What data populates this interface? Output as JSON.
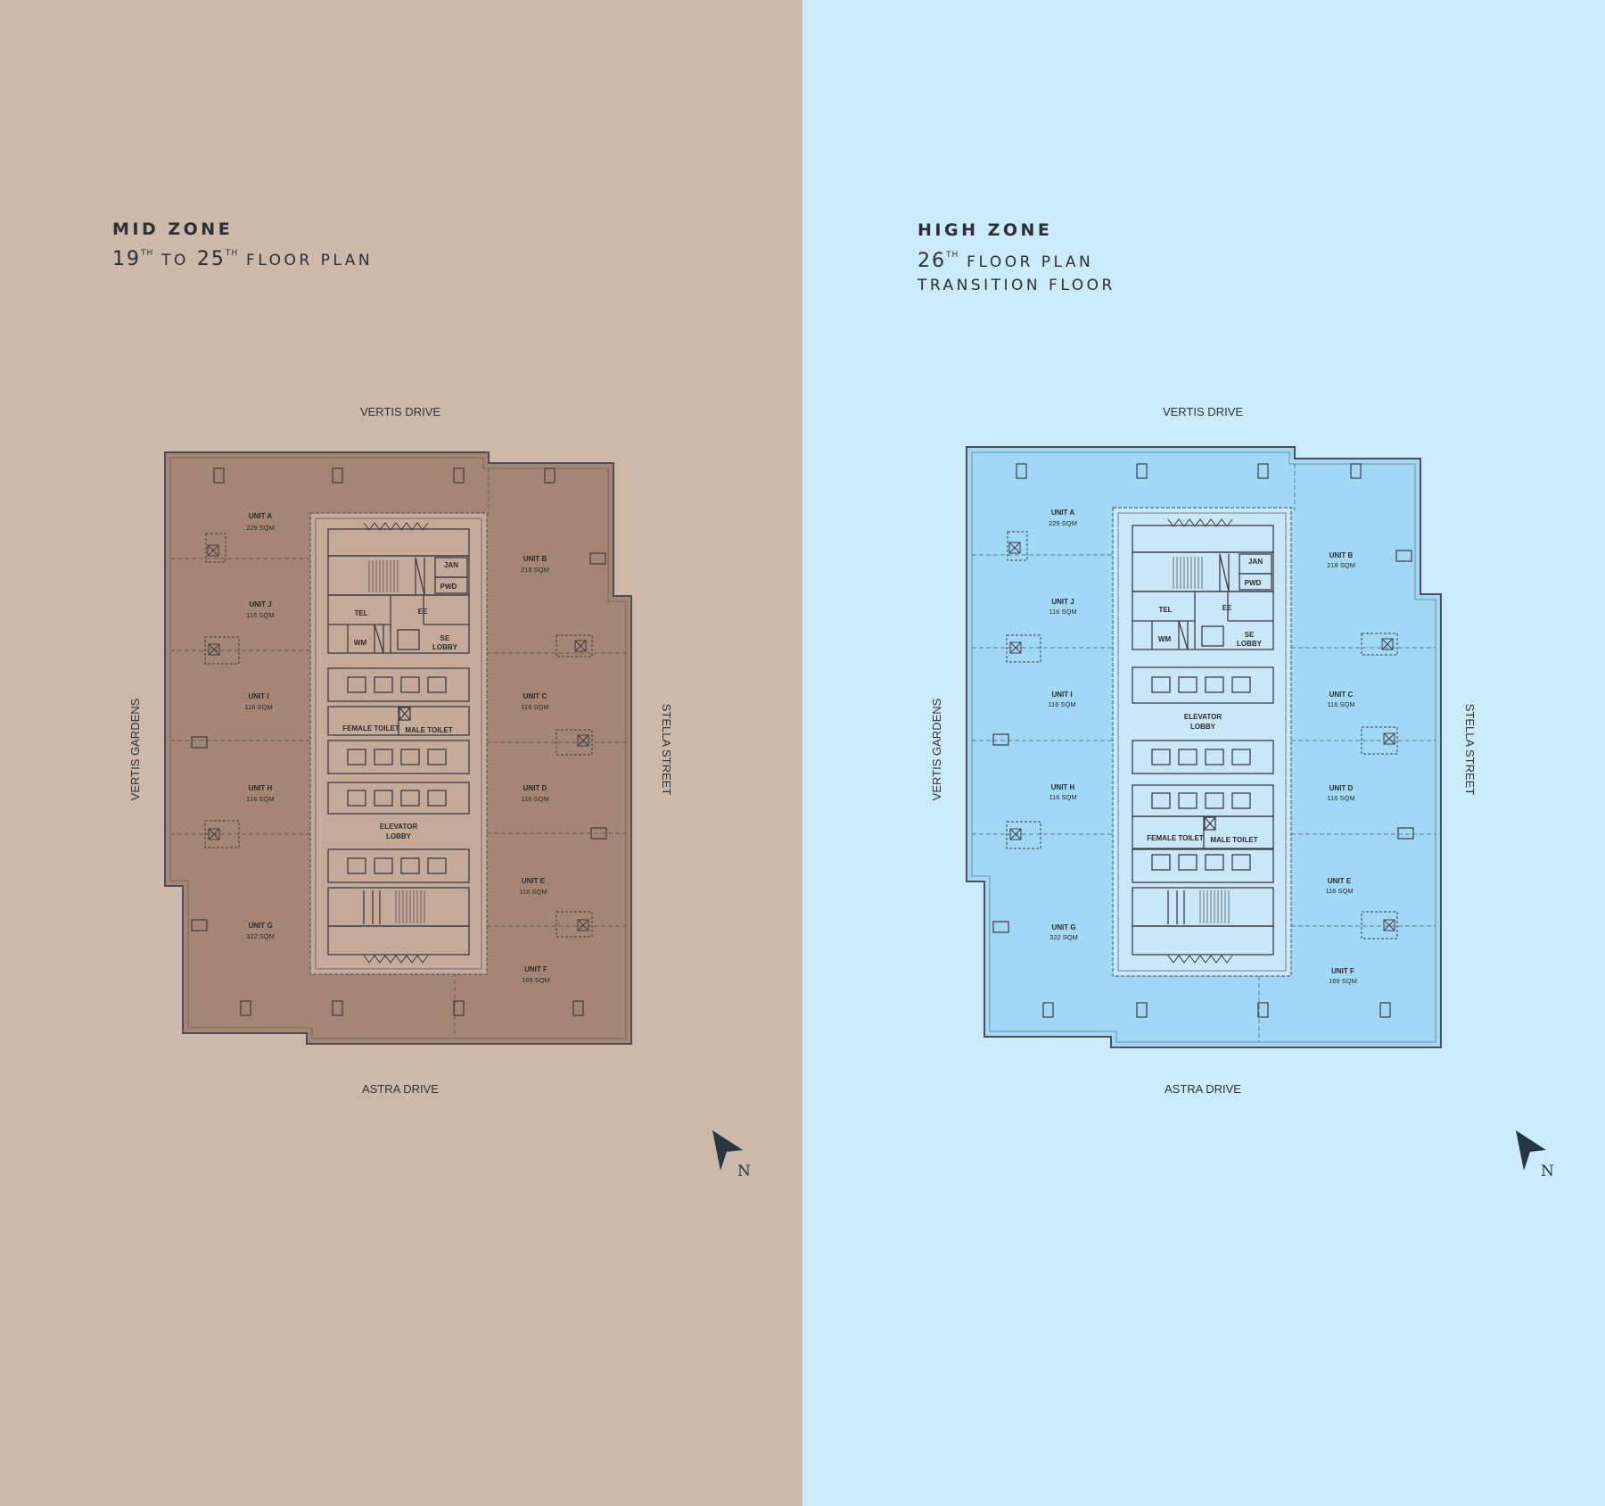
{
  "colors": {
    "mid_background": "#cdb8aa",
    "mid_floor_fill": "#a58674",
    "mid_core_fill": "#c6aa99",
    "high_background": "#cbebfb",
    "high_floor_fill": "#a0d8f6",
    "high_core_fill": "#c9e7f8",
    "outline": "#4e4e55",
    "north_arrow": "#263744"
  },
  "panels": [
    {
      "id": "mid",
      "zone_title": "MID ZONE",
      "floor_from": "19",
      "floor_from_sup": "TH",
      "floor_joiner": "TO",
      "floor_to": "25",
      "floor_to_sup": "TH",
      "floor_suffix": "FLOOR PLAN",
      "streets": {
        "top": "VERTIS DRIVE",
        "bottom": "ASTRA DRIVE",
        "left": "VERTIS GARDENS",
        "right": "STELLA STREET"
      },
      "units": [
        {
          "name": "UNIT A",
          "area": "229 SQM"
        },
        {
          "name": "UNIT B",
          "area": "218 SQM"
        },
        {
          "name": "UNIT J",
          "area": "116 SQM"
        },
        {
          "name": "UNIT C",
          "area": "116 SQM"
        },
        {
          "name": "UNIT I",
          "area": "116 SQM"
        },
        {
          "name": "UNIT D",
          "area": "116 SQM"
        },
        {
          "name": "UNIT H",
          "area": "116 SQM"
        },
        {
          "name": "UNIT E",
          "area": "116 SQM"
        },
        {
          "name": "UNIT G",
          "area": "322 SQM"
        },
        {
          "name": "UNIT F",
          "area": "169 SQM"
        }
      ],
      "rooms": {
        "jan": "JAN",
        "pwd": "PWD",
        "tel": "TEL",
        "ee": "EE",
        "wm": "WM",
        "se_1": "SE",
        "se_2": "LOBBY",
        "female_toilet": "FEMALE TOILET",
        "male_toilet": "MALE TOILET",
        "elevator_1": "ELEVATOR",
        "elevator_2": "LOBBY"
      },
      "north": "N"
    },
    {
      "id": "high",
      "zone_title": "HIGH ZONE",
      "floor_from": "26",
      "floor_from_sup": "TH",
      "floor_suffix": "FLOOR PLAN",
      "subtitle": "TRANSITION FLOOR",
      "streets": {
        "top": "VERTIS DRIVE",
        "bottom": "ASTRA DRIVE",
        "left": "VERTIS GARDENS",
        "right": "STELLA STREET"
      },
      "units": [
        {
          "name": "UNIT A",
          "area": "229 SQM"
        },
        {
          "name": "UNIT B",
          "area": "218 SQM"
        },
        {
          "name": "UNIT J",
          "area": "116 SQM"
        },
        {
          "name": "UNIT C",
          "area": "116 SQM"
        },
        {
          "name": "UNIT I",
          "area": "116 SQM"
        },
        {
          "name": "UNIT D",
          "area": "116 SQM"
        },
        {
          "name": "UNIT H",
          "area": "116 SQM"
        },
        {
          "name": "UNIT E",
          "area": "116 SQM"
        },
        {
          "name": "UNIT G",
          "area": "322 SQM"
        },
        {
          "name": "UNIT F",
          "area": "169 SQM"
        }
      ],
      "rooms": {
        "jan": "JAN",
        "pwd": "PWD",
        "tel": "TEL",
        "ee": "EE",
        "wm": "WM",
        "se_1": "SE",
        "se_2": "LOBBY",
        "female_toilet": "FEMALE TOILET",
        "male_toilet": "MALE TOILET",
        "elevator_1": "ELEVATOR",
        "elevator_2": "LOBBY"
      },
      "north": "N"
    }
  ]
}
